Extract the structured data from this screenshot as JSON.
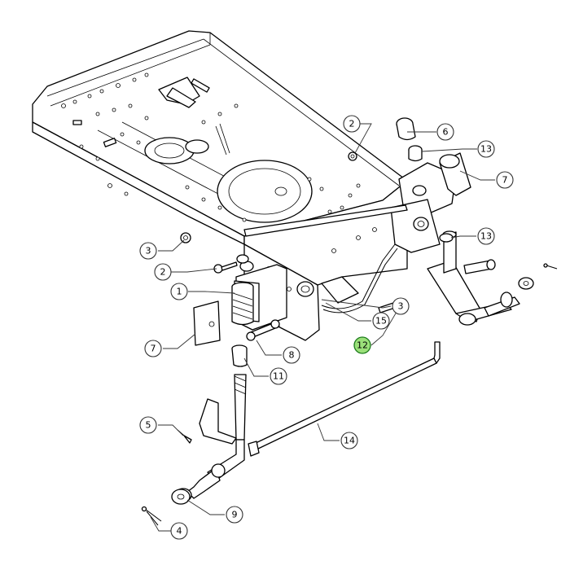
{
  "callouts": {
    "c1": "1",
    "c2a": "2",
    "c2b": "2",
    "c3a": "3",
    "c3b": "3",
    "c4": "4",
    "c5": "5",
    "c6": "6",
    "c7a": "7",
    "c7b": "7",
    "c8": "8",
    "c9": "9",
    "c11": "11",
    "c12": "12",
    "c13a": "13",
    "c13b": "13",
    "c14": "14",
    "c15": "15"
  },
  "highlight_color": "#9be07a"
}
